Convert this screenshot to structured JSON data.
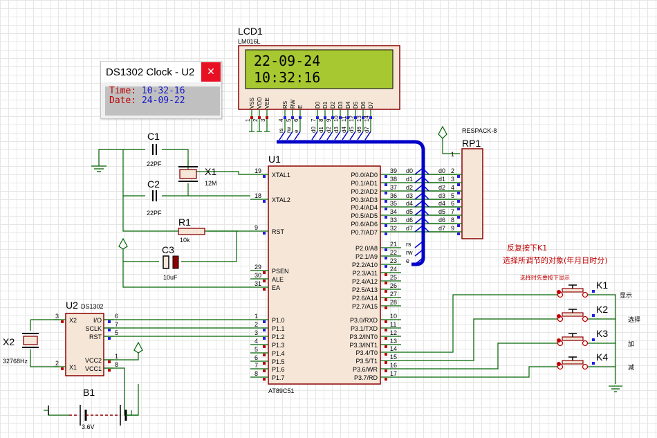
{
  "lcd": {
    "ref": "LCD1",
    "model": "LM016L",
    "line1": "22-09-24",
    "line2": "10:32:16",
    "pins": [
      "VSS",
      "VDD",
      "VEE",
      "RS",
      "RW",
      "E",
      "D0",
      "D1",
      "D2",
      "D3",
      "D4",
      "D5",
      "D6",
      "D7"
    ],
    "pin_nums": [
      "1",
      "2",
      "3",
      "4",
      "5",
      "6",
      "7",
      "8",
      "9",
      "10",
      "11",
      "12",
      "13",
      "14"
    ],
    "net_labels": [
      "rs",
      "rw",
      "e",
      "d0",
      "d1",
      "d2",
      "d3",
      "d4",
      "d5",
      "d6",
      "d7"
    ],
    "screen_color": "#a8c832"
  },
  "popup": {
    "title": "DS1302 Clock - U2",
    "close": "✕",
    "time_label": "Time:",
    "time_value": "10-32-16",
    "date_label": "Date:",
    "date_value": "24-09-22"
  },
  "mcu": {
    "ref": "U1",
    "model": "AT89C51",
    "left_pins": [
      {
        "num": "19",
        "name": "XTAL1"
      },
      {
        "num": "18",
        "name": "XTAL2"
      },
      {
        "num": "9",
        "name": "RST"
      },
      {
        "num": "29",
        "name": "PSEN"
      },
      {
        "num": "30",
        "name": "ALE"
      },
      {
        "num": "31",
        "name": "EA"
      },
      {
        "num": "1",
        "name": "P1.0"
      },
      {
        "num": "2",
        "name": "P1.1"
      },
      {
        "num": "3",
        "name": "P1.2"
      },
      {
        "num": "4",
        "name": "P1.3"
      },
      {
        "num": "5",
        "name": "P1.4"
      },
      {
        "num": "6",
        "name": "P1.5"
      },
      {
        "num": "7",
        "name": "P1.6"
      },
      {
        "num": "8",
        "name": "P1.7"
      }
    ],
    "right_pins": [
      {
        "num": "39",
        "name": "P0.0/AD0",
        "net": "d0"
      },
      {
        "num": "38",
        "name": "P0.1/AD1",
        "net": "d1"
      },
      {
        "num": "37",
        "name": "P0.2/AD2",
        "net": "d2"
      },
      {
        "num": "36",
        "name": "P0.3/AD3",
        "net": "d3"
      },
      {
        "num": "35",
        "name": "P0.4/AD4",
        "net": "d4"
      },
      {
        "num": "34",
        "name": "P0.5/AD5",
        "net": "d5"
      },
      {
        "num": "33",
        "name": "P0.6/AD6",
        "net": "d6"
      },
      {
        "num": "32",
        "name": "P0.7/AD7",
        "net": "d7"
      },
      {
        "num": "21",
        "name": "P2.0/A8",
        "net": "rs"
      },
      {
        "num": "22",
        "name": "P2.1/A9",
        "net": "rw"
      },
      {
        "num": "23",
        "name": "P2.2/A10",
        "net": "e"
      },
      {
        "num": "24",
        "name": "P2.3/A11",
        "net": ""
      },
      {
        "num": "25",
        "name": "P2.4/A12",
        "net": ""
      },
      {
        "num": "26",
        "name": "P2.5/A13",
        "net": ""
      },
      {
        "num": "27",
        "name": "P2.6/A14",
        "net": ""
      },
      {
        "num": "28",
        "name": "P2.7/A15",
        "net": ""
      },
      {
        "num": "10",
        "name": "P3.0/RXD",
        "net": ""
      },
      {
        "num": "11",
        "name": "P3.1/TXD",
        "net": ""
      },
      {
        "num": "12",
        "name": "P3.2/INT0",
        "net": ""
      },
      {
        "num": "13",
        "name": "P3.3/INT1",
        "net": ""
      },
      {
        "num": "14",
        "name": "P3.4/T0",
        "net": ""
      },
      {
        "num": "15",
        "name": "P3.5/T1",
        "net": ""
      },
      {
        "num": "16",
        "name": "P3.6/WR",
        "net": ""
      },
      {
        "num": "17",
        "name": "P3.7/RD",
        "net": ""
      }
    ]
  },
  "rp1": {
    "ref": "RP1",
    "model": "RESPACK-8",
    "pin1": "1",
    "pins": [
      {
        "num": "2",
        "net": "d0"
      },
      {
        "num": "3",
        "net": "d1"
      },
      {
        "num": "4",
        "net": "d2"
      },
      {
        "num": "5",
        "net": "d3"
      },
      {
        "num": "6",
        "net": "d4"
      },
      {
        "num": "7",
        "net": "d5"
      },
      {
        "num": "8",
        "net": "d6"
      },
      {
        "num": "9",
        "net": "d7"
      }
    ]
  },
  "parts": {
    "c1": {
      "ref": "C1",
      "value": "22PF"
    },
    "c2": {
      "ref": "C2",
      "value": "22PF"
    },
    "x1": {
      "ref": "X1",
      "value": "12M"
    },
    "r1": {
      "ref": "R1",
      "value": "10k"
    },
    "c3": {
      "ref": "C3",
      "value": "10uF"
    },
    "x2": {
      "ref": "X2",
      "value": "32768Hz"
    },
    "b1": {
      "ref": "B1",
      "value": "3.6V"
    }
  },
  "pin_nums": {
    "xtal1": "19",
    "xtal2": "18",
    "rst": "9"
  },
  "ds1302": {
    "ref": "U2",
    "model": "DS1302",
    "left_pins": [
      {
        "num": "3",
        "name": "X2"
      },
      {
        "num": "2",
        "name": "X1"
      }
    ],
    "right_pins": [
      {
        "num": "6",
        "name": "I/O"
      },
      {
        "num": "7",
        "name": "SCLK"
      },
      {
        "num": "5",
        "name": "RST"
      },
      {
        "num": "1",
        "name": "VCC2"
      },
      {
        "num": "8",
        "name": "VCC1"
      }
    ]
  },
  "keys": [
    {
      "ref": "K1",
      "label": "显示"
    },
    {
      "ref": "K2",
      "label": "选择"
    },
    {
      "ref": "K3",
      "label": "加"
    },
    {
      "ref": "K4",
      "label": "减"
    }
  ],
  "notes": {
    "line1": "反复按下K1",
    "line2": "选择所调节的对象(年月日时分)",
    "line3": "选择时先要按下显示"
  },
  "colors": {
    "wire": "#006400",
    "bus": "#0000c8",
    "part": "#8b0000",
    "body_fill": "#f5e6d8",
    "pin_red": "#c00000",
    "pin_blue": "#2020e0"
  }
}
